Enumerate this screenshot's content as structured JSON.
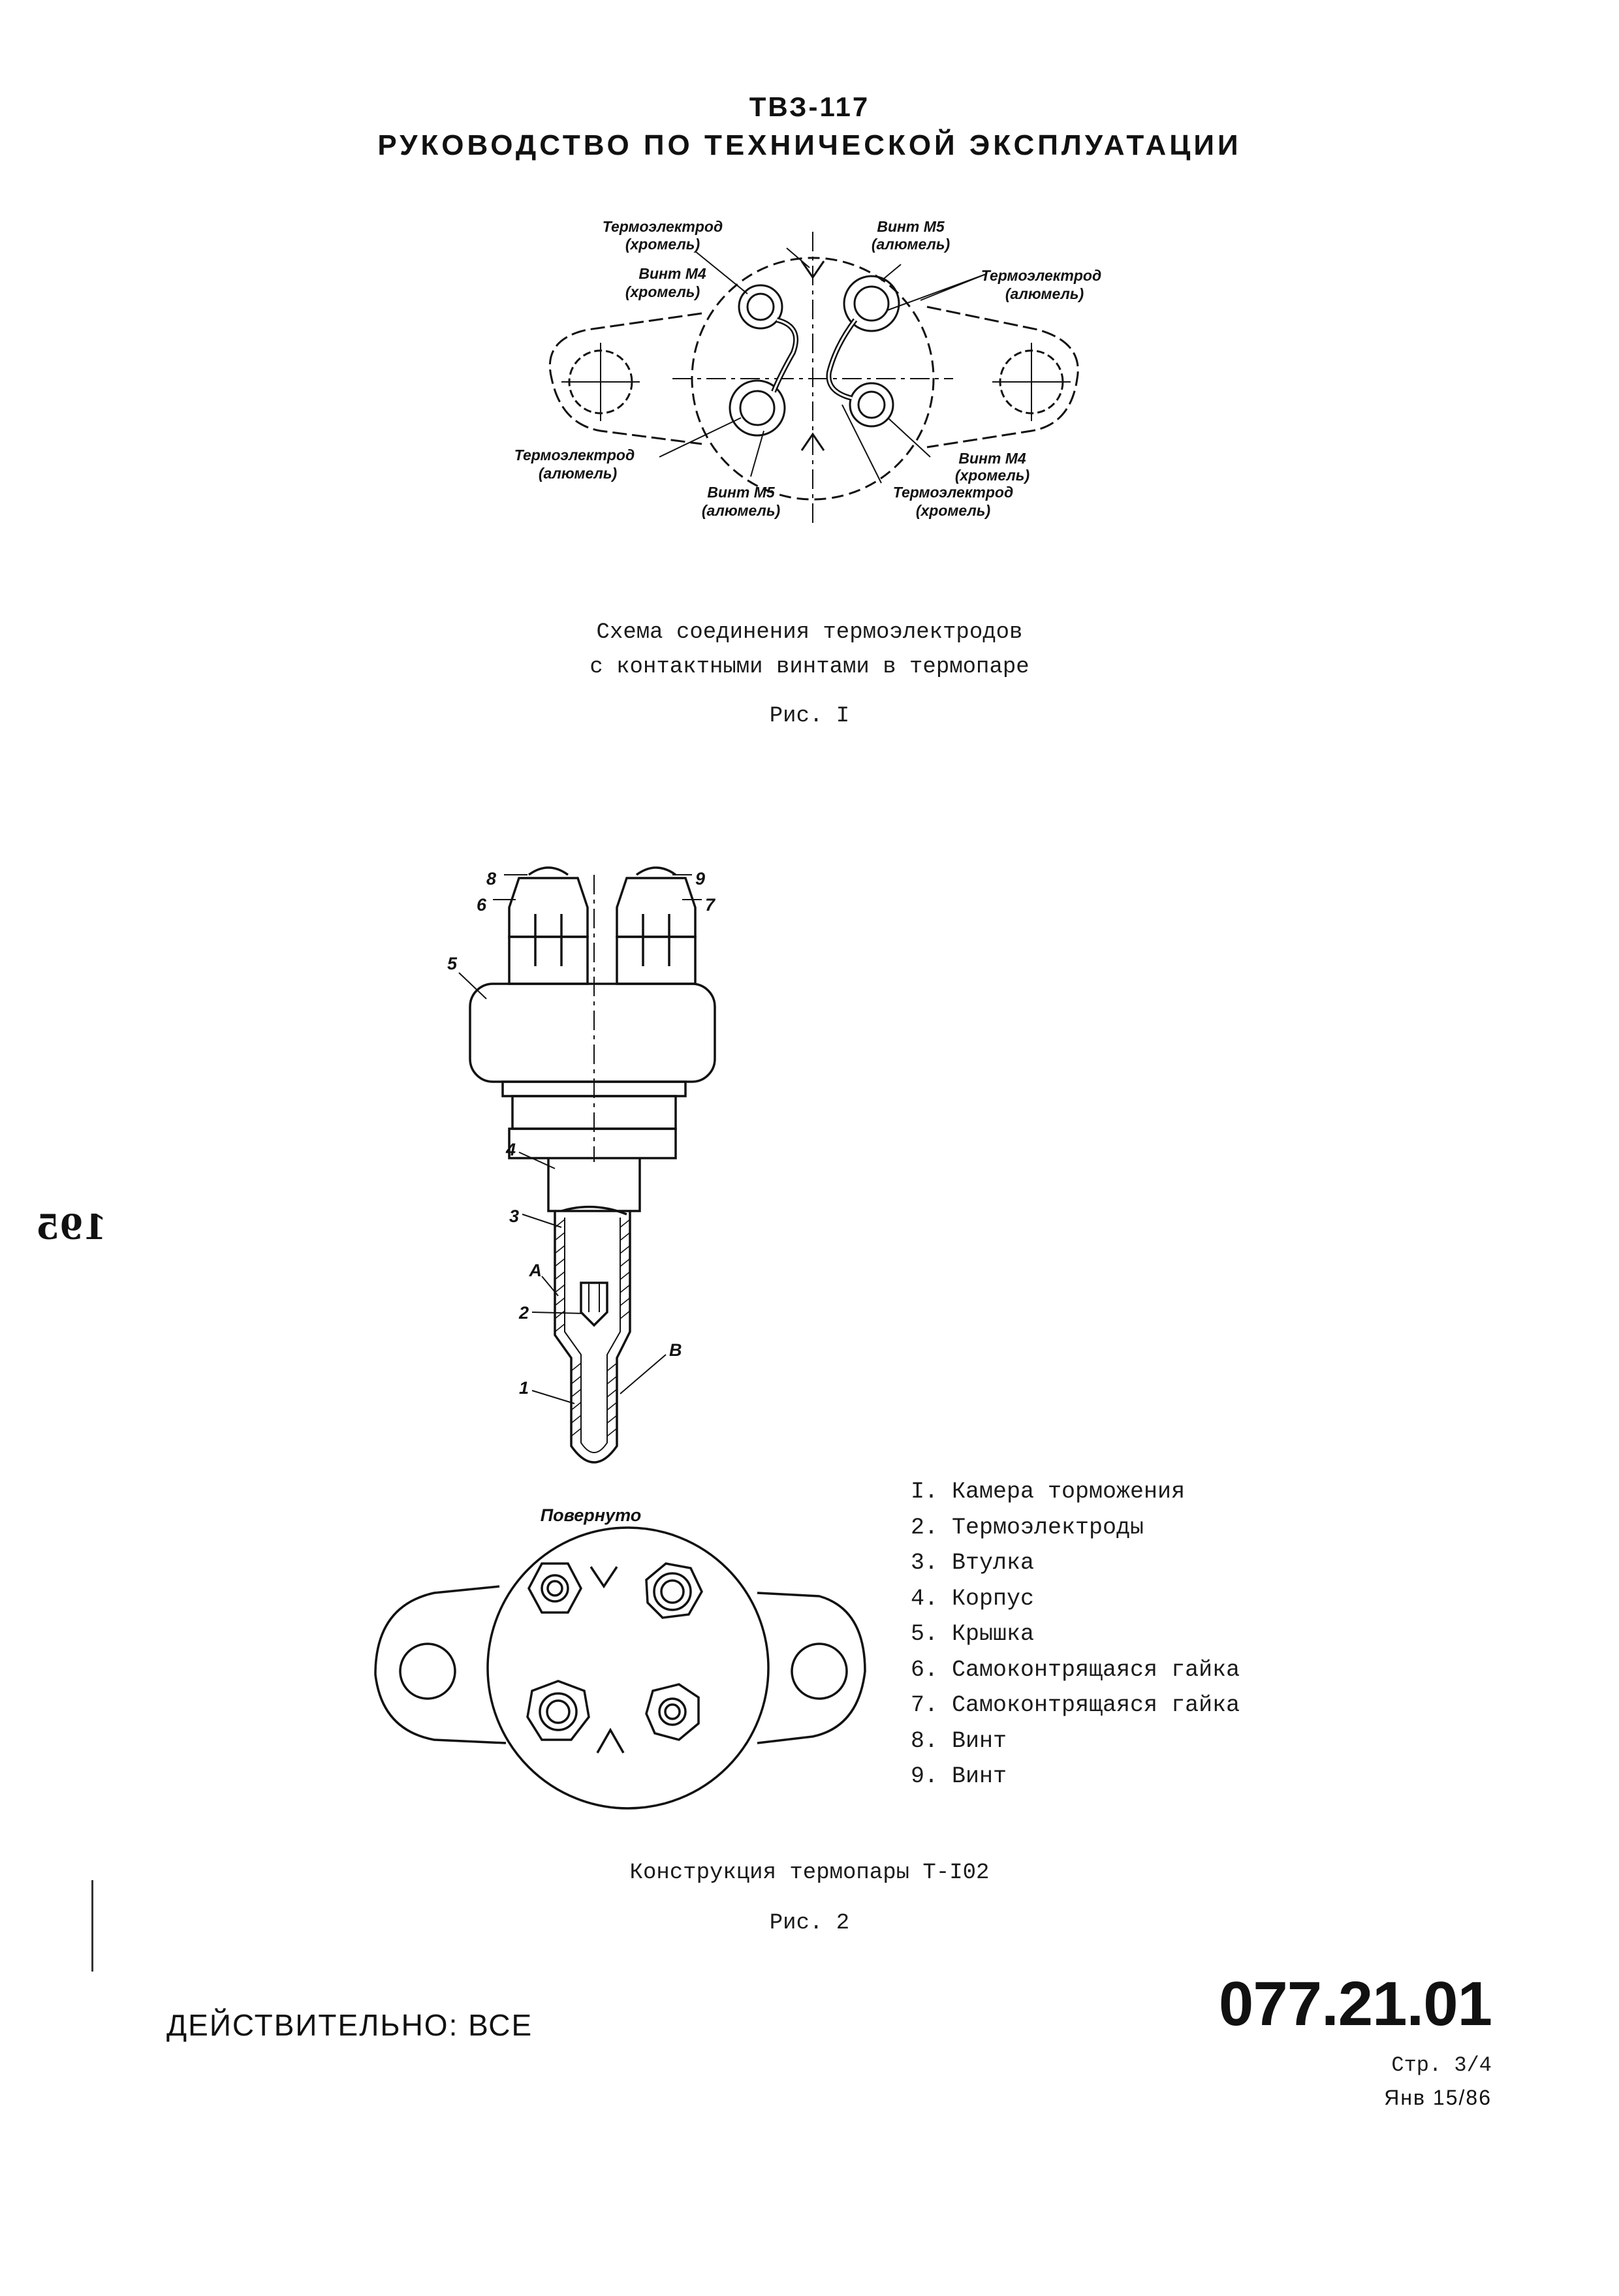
{
  "header": {
    "code": "ТВЗ-117",
    "title": "РУКОВОДСТВО ПО ТЕХНИЧЕСКОЙ ЭКСПЛУАТАЦИИ"
  },
  "figure1": {
    "labels": {
      "thermo_chromel_top_1": "Термоэлектрод",
      "thermo_chromel_top_2": "(хромель)",
      "screw_m4_top_1": "Винт М4",
      "screw_m4_top_2": "(хромель)",
      "screw_m5_top_1": "Винт М5",
      "screw_m5_top_2": "(алюмель)",
      "thermo_alumel_right_1": "Термоэлектрод",
      "thermo_alumel_right_2": "(алюмель)",
      "thermo_alumel_left_1": "Термоэлектрод",
      "thermo_alumel_left_2": "(алюмель)",
      "screw_m5_bottom_1": "Винт М5",
      "screw_m5_bottom_2": "(алюмель)",
      "screw_m4_bottom_1": "Винт М4",
      "screw_m4_bottom_2": "(хромель)",
      "thermo_chromel_bottom_1": "Термоэлектрод",
      "thermo_chromel_bottom_2": "(хромель)"
    },
    "caption_line1": "Схема соединения термоэлектродов",
    "caption_line2": "с контактными винтами в термопаре",
    "fig_label": "Рис. I"
  },
  "figure2": {
    "numbers": [
      "1",
      "2",
      "3",
      "4",
      "5",
      "6",
      "7",
      "8",
      "9"
    ],
    "letter_a": "А",
    "letter_b": "В",
    "rotated_label": "Повернуто",
    "parts": [
      "I. Камера торможения",
      "2. Термоэлектроды",
      "3. Втулка",
      "4. Корпус",
      "5. Крышка",
      "6. Самоконтрящаяся гайка",
      "7. Самоконтрящаяся гайка",
      "8. Винт",
      "9. Винт"
    ],
    "caption": "Конструкция термопары Т-I02",
    "fig_label": "Рис. 2"
  },
  "footer": {
    "validity": "ДЕЙСТВИТЕЛЬНО: ВСЕ",
    "doc_number": "077.21.01",
    "page": "Стр. 3/4",
    "date": "Янв 15/86"
  },
  "margin": {
    "handwritten": "195"
  }
}
